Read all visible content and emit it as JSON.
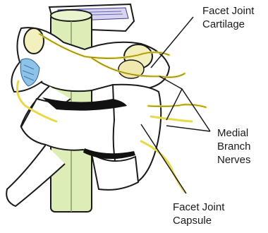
{
  "labels": {
    "facet_joint_cartilage": [
      "Facet Joint",
      "Cartilage"
    ],
    "medial_branch_nerves": [
      "Medial",
      "Branch",
      "Nerves"
    ],
    "facet_joint_capsule": [
      "Facet Joint",
      "Capsule"
    ]
  },
  "colors": {
    "bone": "#ffffff",
    "bone_outline": "#1a1a1a",
    "spinal_cord": "#dcedb8",
    "cartilage": "#f3f0bf",
    "nerve": "#e8d84a",
    "capsule": "#8ec3e8",
    "disc_band": "#b8b8d8"
  }
}
